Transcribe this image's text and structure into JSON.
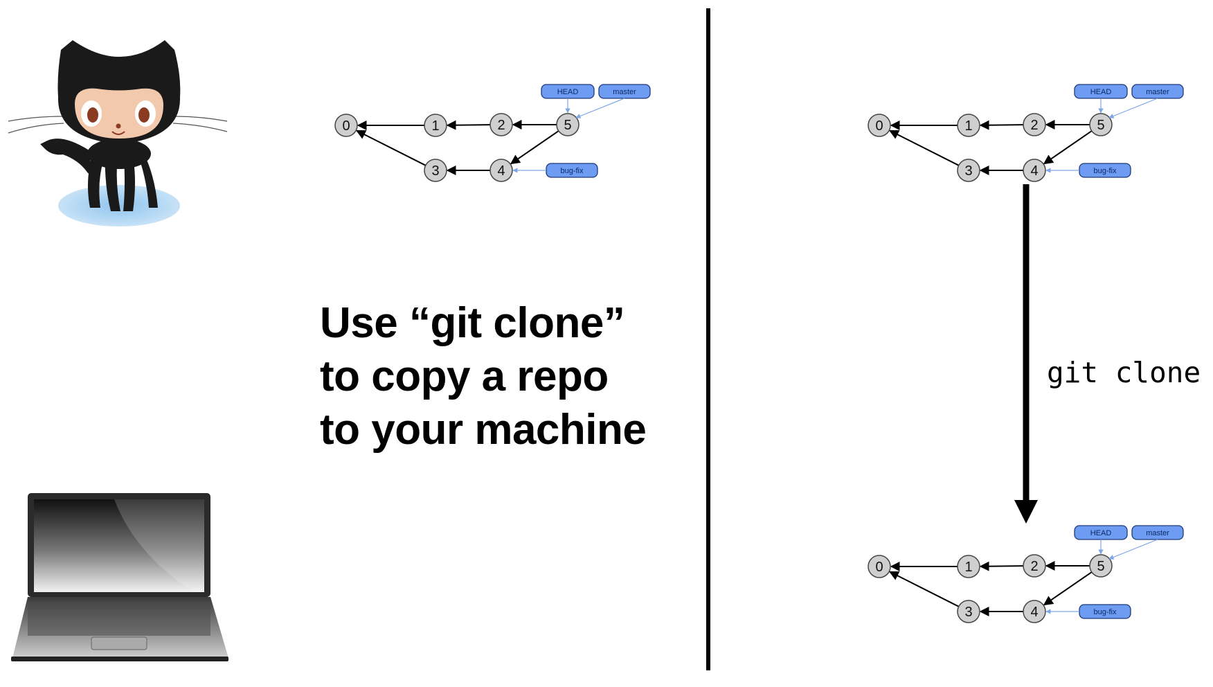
{
  "headline": {
    "line1": "Use “git clone”",
    "line2": "to copy a repo",
    "line3": "to your machine"
  },
  "command_label": "git clone",
  "icons": {
    "remote": "github-octocat-icon",
    "local": "laptop-icon"
  },
  "colors": {
    "ref_fill": "#6e9cf2",
    "ref_stroke": "#1f3a7a",
    "node_fill": "#cfcfcf",
    "ref_arrow": "#7ea6e8"
  },
  "graph": {
    "commits": [
      "0",
      "1",
      "2",
      "3",
      "4",
      "5"
    ],
    "refs": {
      "head": "HEAD",
      "master": "master",
      "bugfix": "bug-fix"
    }
  }
}
